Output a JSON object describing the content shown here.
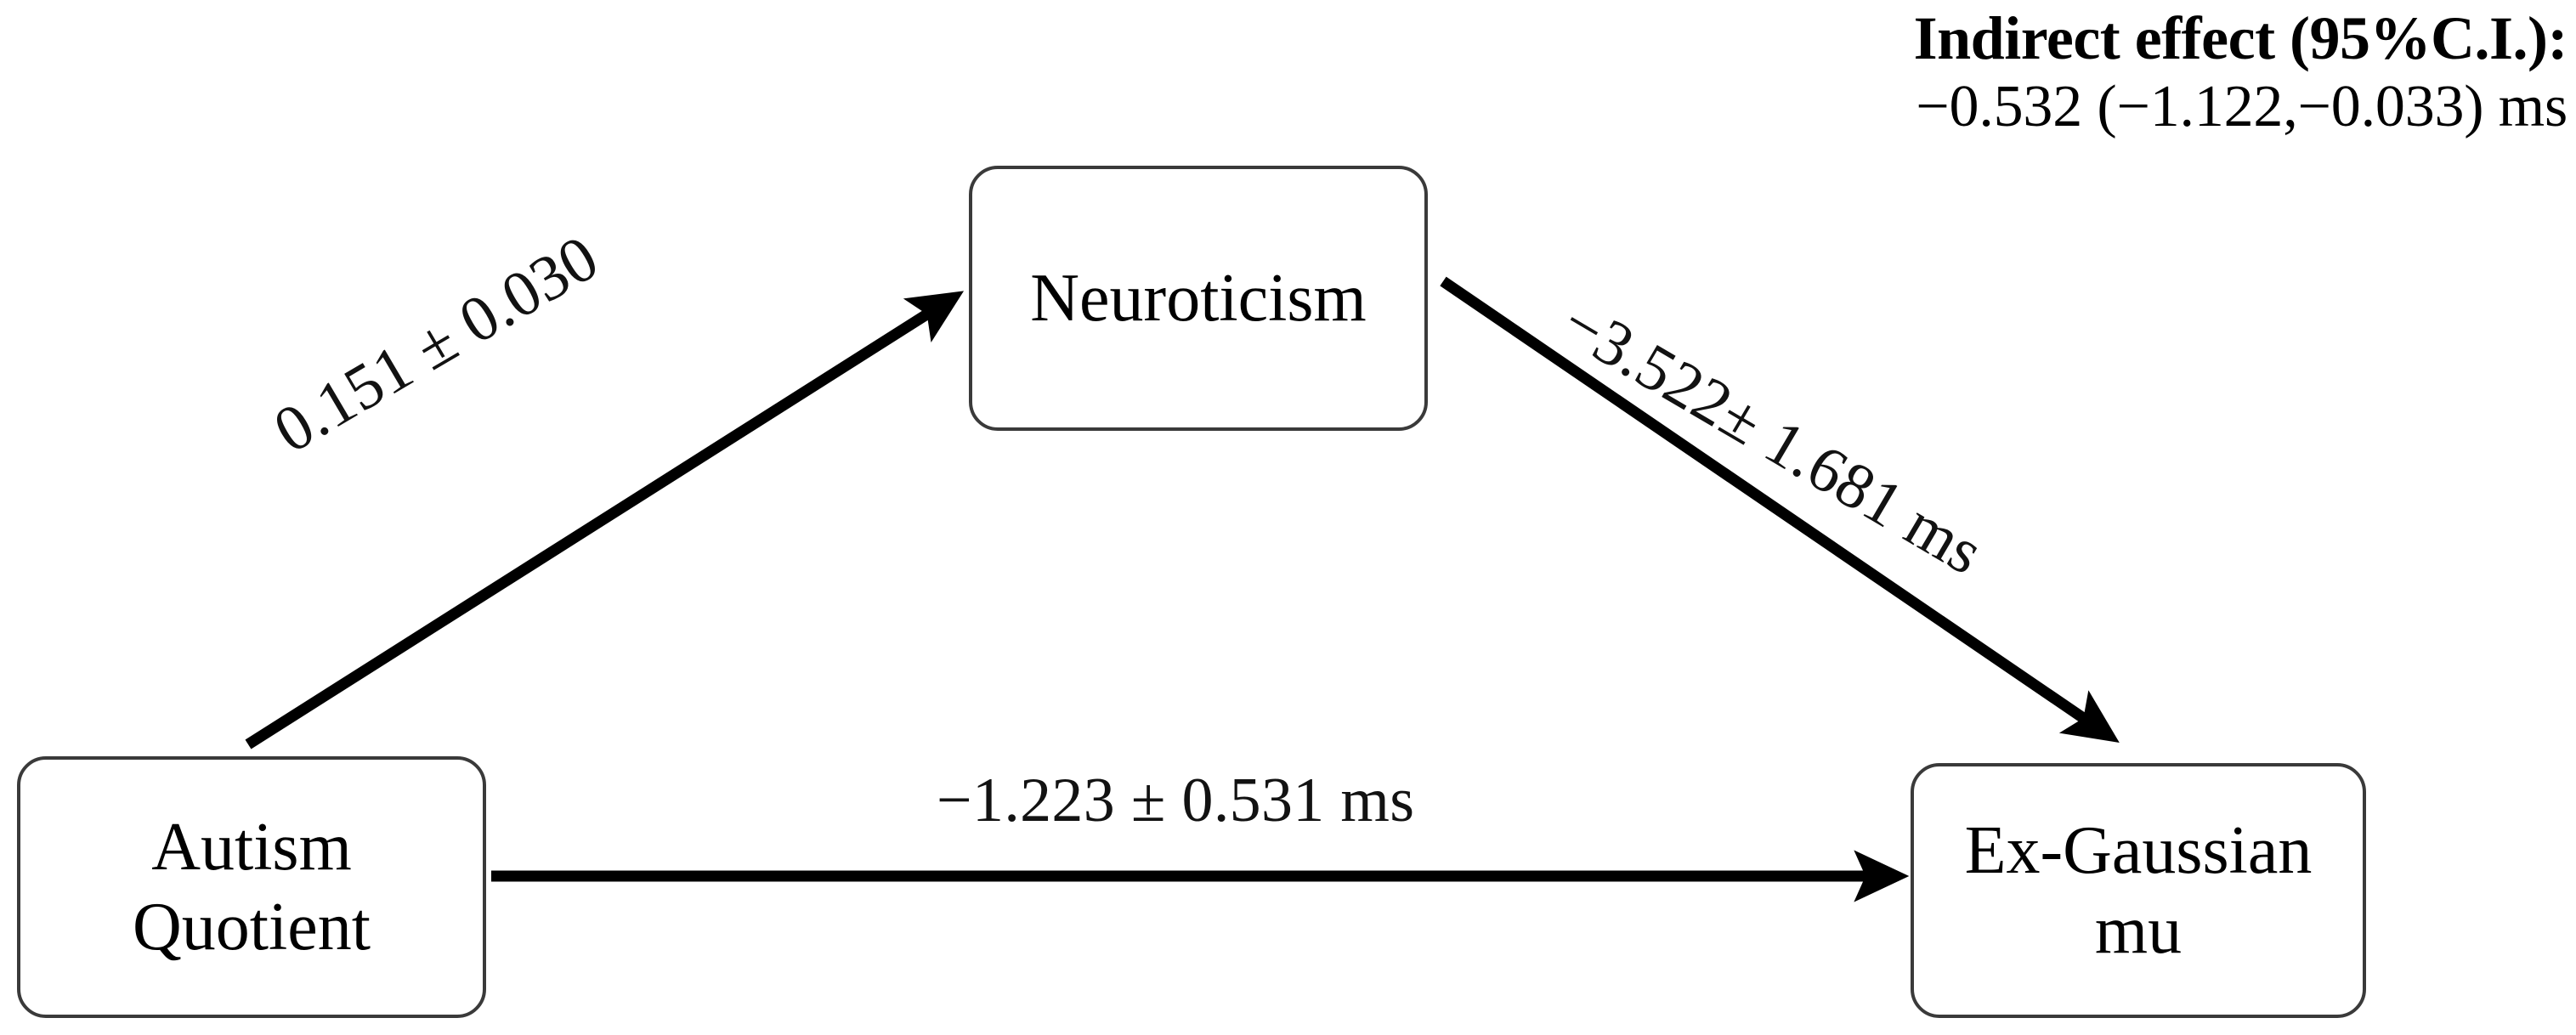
{
  "figure": {
    "type": "mediation-path-diagram",
    "background_color": "#ffffff",
    "node_border_color": "#3a3a3a",
    "text_color": "#000000"
  },
  "nodes": {
    "predictor": {
      "name": "autism-quotient",
      "line1": "Autism",
      "line2": "Quotient"
    },
    "mediator": {
      "name": "neuroticism",
      "line1": "Neuroticism"
    },
    "outcome": {
      "name": "ex-gaussian-mu",
      "line1": "Ex-Gaussian",
      "line2": "mu"
    }
  },
  "edges": {
    "a_path": {
      "from": "Autism Quotient",
      "to": "Neuroticism",
      "label": "0.151 ± 0.030"
    },
    "b_path": {
      "from": "Neuroticism",
      "to": "Ex-Gaussian mu",
      "label": "−3.522± 1.681 ms"
    },
    "c_prime_path": {
      "from": "Autism Quotient",
      "to": "Ex-Gaussian mu",
      "label": "−1.223 ± 0.531 ms"
    }
  },
  "annotation": {
    "title": "Indirect effect (95%C.I.):",
    "value": "−0.532 (−1.122,−0.033) ms"
  },
  "chart_data": {
    "type": "diagram",
    "title": "",
    "nodes": [
      {
        "id": "AQ",
        "label": "Autism Quotient",
        "role": "predictor"
      },
      {
        "id": "N",
        "label": "Neuroticism",
        "role": "mediator"
      },
      {
        "id": "EGM",
        "label": "Ex-Gaussian mu",
        "role": "outcome"
      }
    ],
    "paths": [
      {
        "path": "a",
        "from": "AQ",
        "to": "N",
        "estimate": 0.151,
        "se": 0.03,
        "unit": ""
      },
      {
        "path": "b",
        "from": "N",
        "to": "EGM",
        "estimate": -3.522,
        "se": 1.681,
        "unit": "ms"
      },
      {
        "path": "c'",
        "from": "AQ",
        "to": "EGM",
        "estimate": -1.223,
        "se": 0.531,
        "unit": "ms"
      }
    ],
    "indirect_effect": {
      "estimate": -0.532,
      "ci_lower": -1.122,
      "ci_upper": -0.033,
      "ci_level": "95%",
      "unit": "ms"
    }
  }
}
